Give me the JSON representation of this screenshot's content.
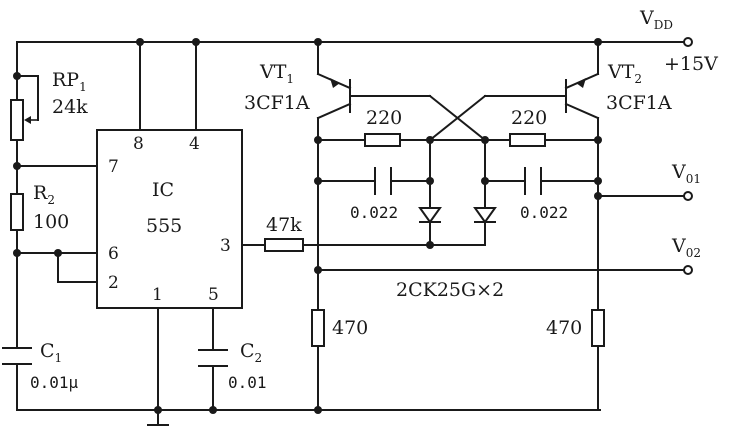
{
  "labels": {
    "vdd_main": "V",
    "vdd_sub": "DD",
    "supply": "+15V",
    "vt1_main": "VT",
    "vt1_sub": "1",
    "vt1_type": "3CF1A",
    "vt2_main": "VT",
    "vt2_sub": "2",
    "vt2_type": "3CF1A",
    "rp1_main": "RP",
    "rp1_sub": "1",
    "rp1_value": "24k",
    "r2_main": "R",
    "r2_sub": "2",
    "r2_value": "100",
    "c1_main": "C",
    "c1_sub": "1",
    "c1_value": "0.01μ",
    "c2_main": "C",
    "c2_sub": "2",
    "c2_value": "0.01",
    "ic_name": "IC",
    "ic_part": "555",
    "pin8": "8",
    "pin4": "4",
    "pin7": "7",
    "pin6": "6",
    "pin2": "2",
    "pin3": "3",
    "pin1": "1",
    "pin5": "5",
    "r_base": "47k",
    "r_collector_left": "220",
    "r_collector_right": "220",
    "cap_left": "0.022",
    "cap_right": "0.022",
    "diodes": "2CK25G×2",
    "r_load_left": "470",
    "r_load_right": "470",
    "vo1_main": "V",
    "vo1_sub": "01",
    "vo2_main": "V",
    "vo2_sub": "02"
  }
}
